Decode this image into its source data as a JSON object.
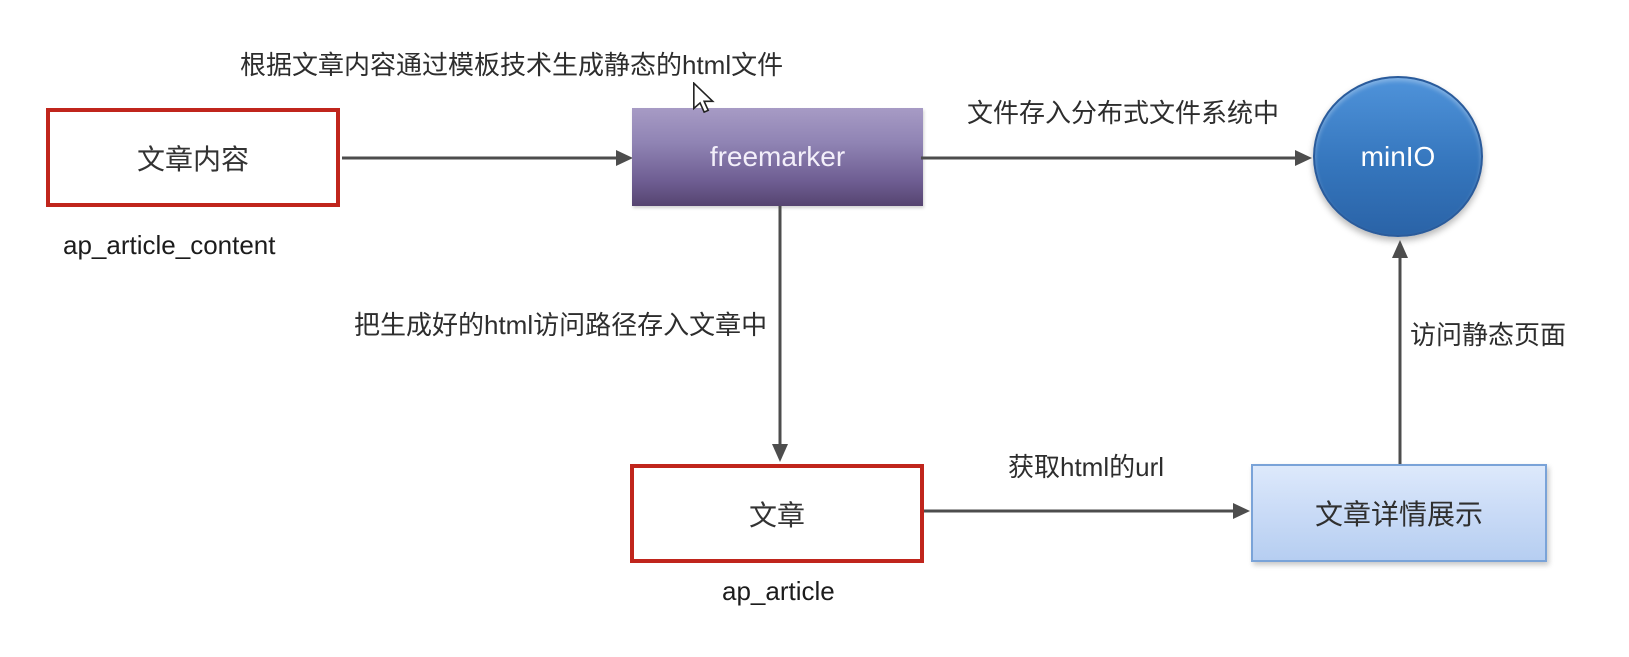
{
  "captions": {
    "generate_html": "根据文章内容通过模板技术生成静态的html文件",
    "store_to_fs": "文件存入分布式文件系统中",
    "save_path_to_article": "把生成好的html访问路径存入文章中",
    "get_html_url": "获取html的url",
    "visit_static_page": "访问静态页面"
  },
  "nodes": {
    "article_content": {
      "label": "文章内容",
      "table": "ap_article_content"
    },
    "freemarker": {
      "label": "freemarker"
    },
    "minio": {
      "label": "minIO"
    },
    "article": {
      "label": "文章",
      "table": "ap_article"
    },
    "article_detail": {
      "label": "文章详情展示"
    }
  },
  "colors": {
    "red_border": "#c0251c",
    "purple_top": "#a79bc5",
    "purple_bottom": "#564470",
    "blue_circle_top": "#4f93da",
    "blue_circle_bottom": "#2a63a7",
    "lightblue_top": "#dde9fb",
    "lightblue_bottom": "#b6cef1",
    "lightblue_border": "#7aa3d8",
    "arrow": "#4d4d4d",
    "text": "#2d2d2d"
  }
}
